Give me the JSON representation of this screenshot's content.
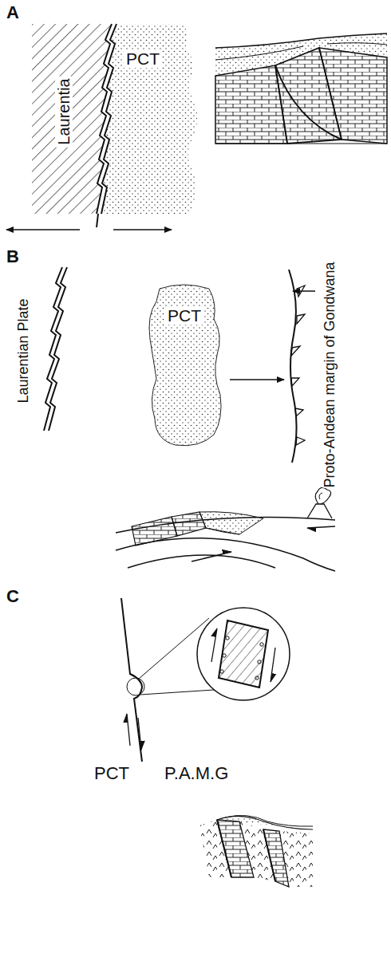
{
  "diagram": {
    "nodes": [
      {
        "text": [
          "Laurentia"
        ]
      },
      {
        "text": [
          "PCT"
        ]
      },
      {
        "text": [
          "PCT"
        ]
      }
    ],
    "labels": [
      "A",
      "B",
      "Laurentian Plate",
      "Proto-Andean margin of Gondwana",
      "C",
      "PCT",
      "P.A.M.G"
    ]
  }
}
